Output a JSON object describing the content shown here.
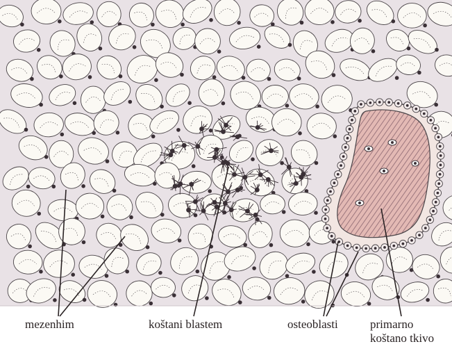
{
  "labels": {
    "mezenhim": "mezenhim",
    "kostani_blastem": "koštani blastem",
    "osteoblasti": "osteoblasti",
    "primarno_line1": "primarno",
    "primarno_line2": "koštano tkivo"
  },
  "colors": {
    "background": "#ffffff",
    "tissue": "#e9e2e6",
    "cell_fill": "#fbf9f4",
    "cell_stroke": "#4a4448",
    "nucleus": "#3a3036",
    "bone_matrix": "#e3b9b4",
    "bone_hatch": "#8a6670",
    "leader": "#2a2324"
  }
}
